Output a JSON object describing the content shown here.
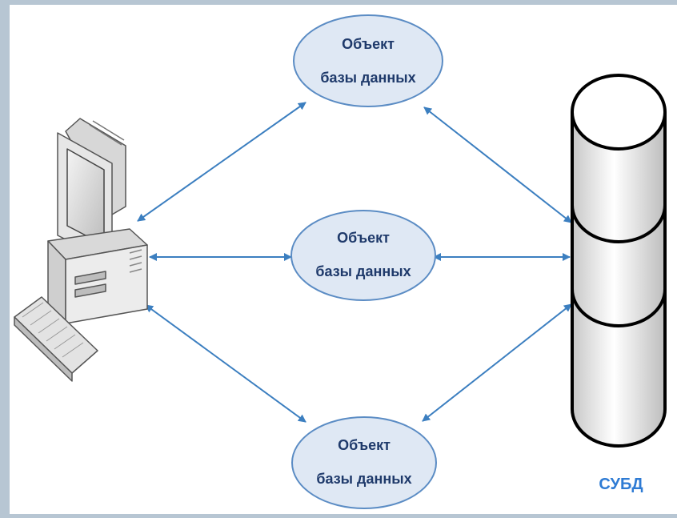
{
  "diagram": {
    "nodes": {
      "db_objects": [
        {
          "line1": "Объект",
          "line2": "базы данных"
        },
        {
          "line1": "Объект",
          "line2": "базы данных"
        },
        {
          "line1": "Объект",
          "line2": "базы данных"
        }
      ],
      "dbms_label": "СУБД"
    },
    "icons": {
      "computer": "desktop-computer-icon",
      "database": "database-cylinder-icon"
    },
    "colors": {
      "ellipse_fill": "#dfe8f4",
      "ellipse_stroke": "#5b8cc4",
      "text": "#1f3a6b",
      "arrow": "#3c7fc0",
      "dbms_label": "#2e7bd4",
      "cylinder_stroke": "#000000"
    }
  }
}
